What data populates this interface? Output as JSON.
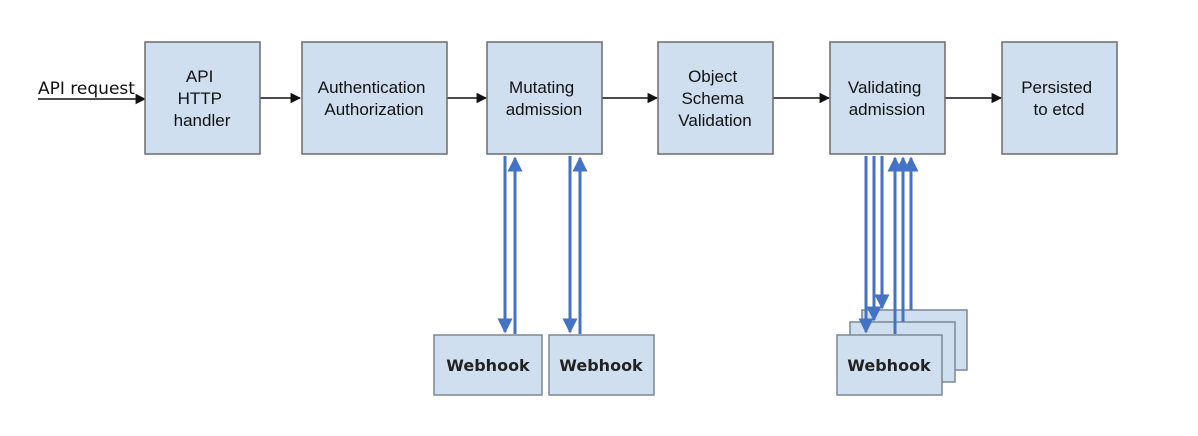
{
  "input_label": "API request",
  "stages": [
    {
      "lines": [
        "API",
        "HTTP",
        "handler"
      ]
    },
    {
      "lines": [
        "Authentication",
        "Authorization"
      ]
    },
    {
      "lines": [
        "Mutating",
        "admission"
      ]
    },
    {
      "lines": [
        "Object",
        "Schema",
        "Validation"
      ]
    },
    {
      "lines": [
        "Validating",
        "admission"
      ]
    },
    {
      "lines": [
        "Persisted",
        "to etcd"
      ]
    }
  ],
  "webhooks": {
    "mutating_1": "Webhook",
    "mutating_2": "Webhook",
    "validating": "Webhook"
  },
  "colors": {
    "box_fill": "#cfdff0",
    "box_border": "#6b6b6b",
    "webhook_arrow": "#4472c4",
    "flow_arrow": "#111111"
  }
}
